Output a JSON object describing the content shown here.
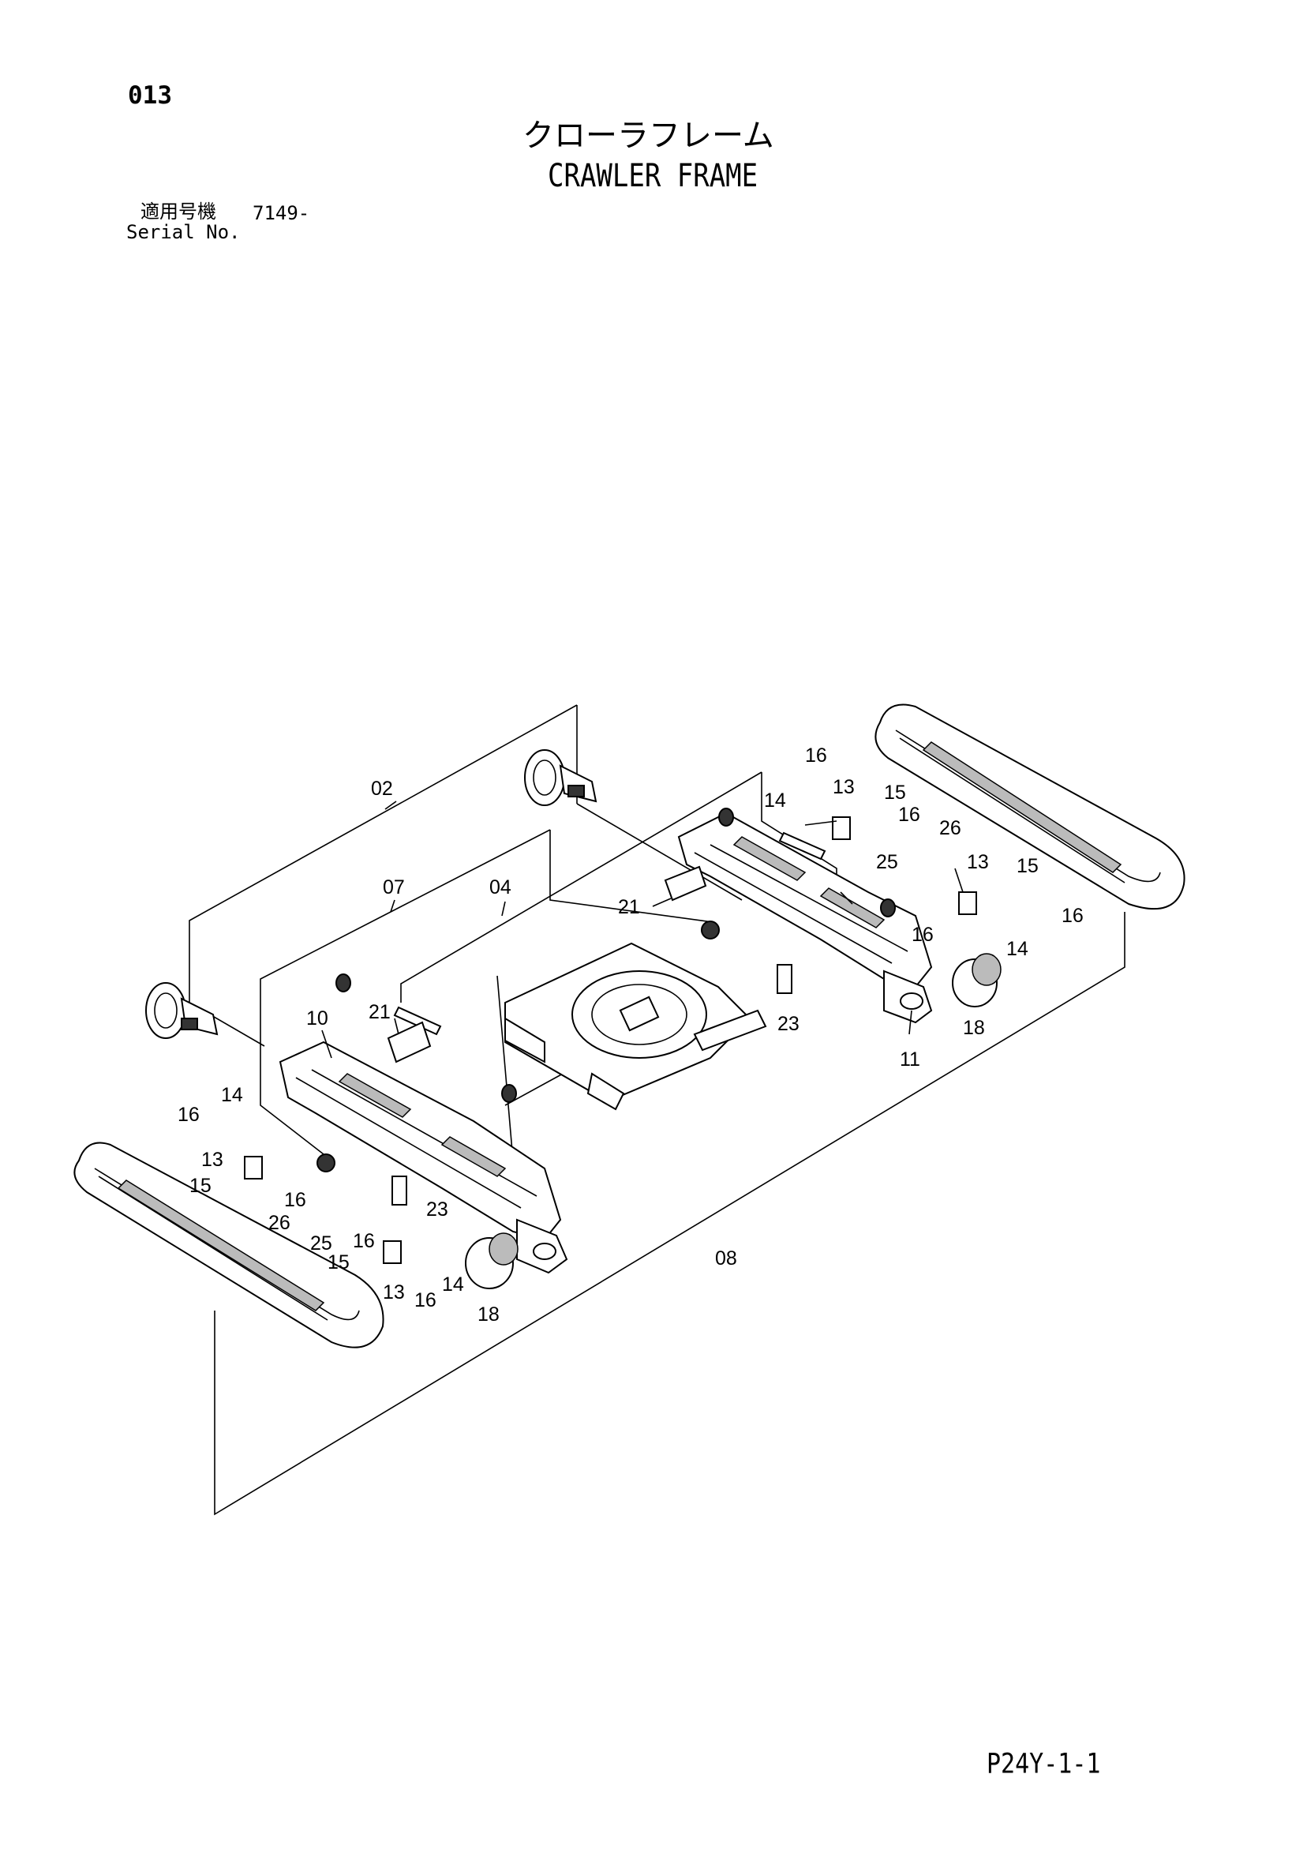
{
  "header": {
    "page_number": "013",
    "title_jp": "クローラフレーム",
    "title_en": "CRAWLER FRAME",
    "serial_label_jp": "適用号機",
    "serial_value": "7149-",
    "serial_label_en": "Serial No."
  },
  "footer": {
    "page_code": "P24Y-1-1"
  },
  "callouts": {
    "c02": "02",
    "c07": "07",
    "c04": "04",
    "c08": "08",
    "c10": "10",
    "c11": "11",
    "c21a": "21",
    "c21b": "21",
    "c23a": "23",
    "c23b": "23",
    "c18a": "18",
    "c18b": "18",
    "c13a": "13",
    "c13b": "13",
    "c13c": "13",
    "c13d": "13",
    "c14a": "14",
    "c14b": "14",
    "c14c": "14",
    "c14d": "14",
    "c15a": "15",
    "c15b": "15",
    "c15c": "15",
    "c15d": "15",
    "c16a": "16",
    "c16b": "16",
    "c16c": "16",
    "c16d": "16",
    "c16e": "16",
    "c16f": "16",
    "c16g": "16",
    "c16h": "16",
    "c25a": "25",
    "c25b": "25",
    "c26a": "26",
    "c26b": "26"
  }
}
